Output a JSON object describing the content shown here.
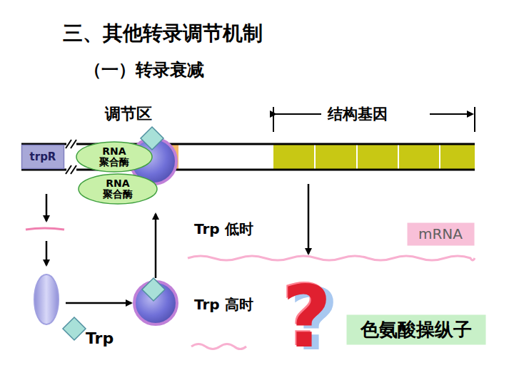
{
  "diagram": {
    "title": "三、其他转录调节机制",
    "nodes": [
      {
        "text": [
          "trpR"
        ]
      },
      {
        "text": [
          "RNA聚合酶"
        ]
      },
      {
        "text": [
          "RNA聚合酶"
        ]
      },
      {
        "text": [
          "mRNA"
        ]
      },
      {
        "text": [
          "色氨酸操纵子"
        ]
      }
    ],
    "labels": [
      "（一）转录衰减",
      "调节区",
      "结构基因",
      "Trp 低时",
      "Trp 高时",
      "Trp",
      "?"
    ]
  }
}
